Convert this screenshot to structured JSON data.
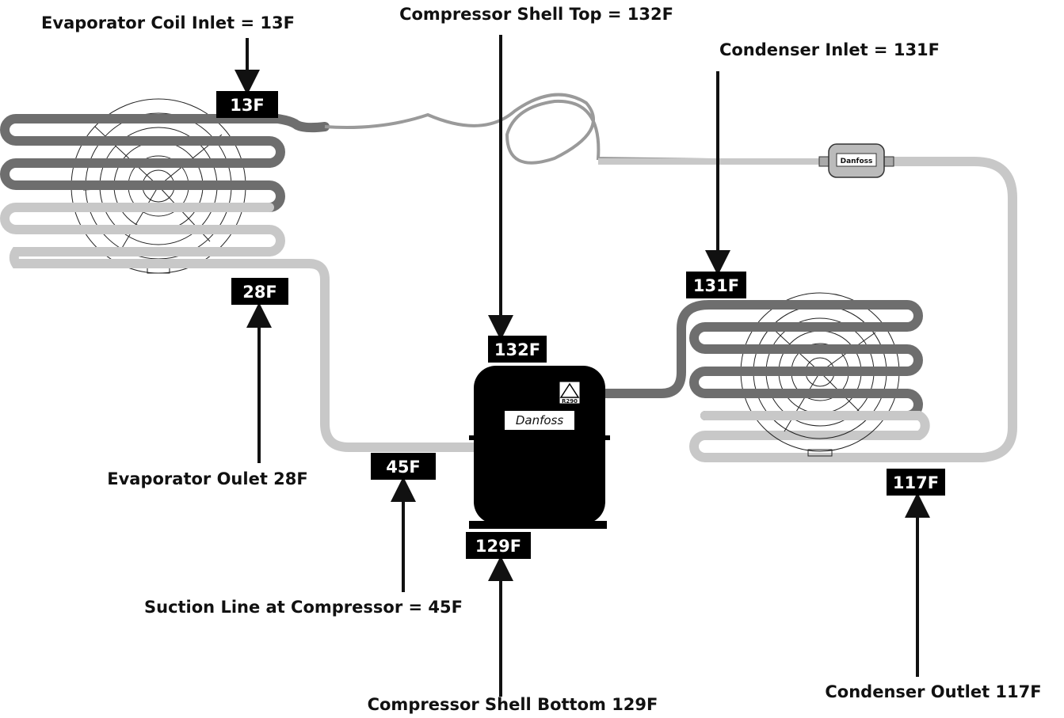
{
  "labels": {
    "evap_inlet": "Evaporator Coil Inlet = 13F",
    "comp_top": "Compressor Shell Top = 132F",
    "cond_inlet": "Condenser Inlet = 131F",
    "evap_outlet": "Evaporator Oulet 28F",
    "suction": "Suction Line at Compressor = 45F",
    "comp_bottom": "Compressor Shell Bottom 129F",
    "cond_outlet": "Condenser Outlet 117F"
  },
  "badges": {
    "evap_inlet": "13F",
    "evap_outlet": "28F",
    "suction": "45F",
    "comp_top": "132F",
    "comp_bottom": "129F",
    "cond_inlet": "131F",
    "cond_outlet": "117F"
  },
  "compressor": {
    "brand": "Danfoss",
    "refrigerant": "R290"
  },
  "filter_drier": {
    "brand": "Danfoss"
  },
  "colors": {
    "dark_tube": "#6e6e6e",
    "light_tube": "#c8c8c8",
    "badge": "#000000",
    "arrow": "#111111"
  }
}
